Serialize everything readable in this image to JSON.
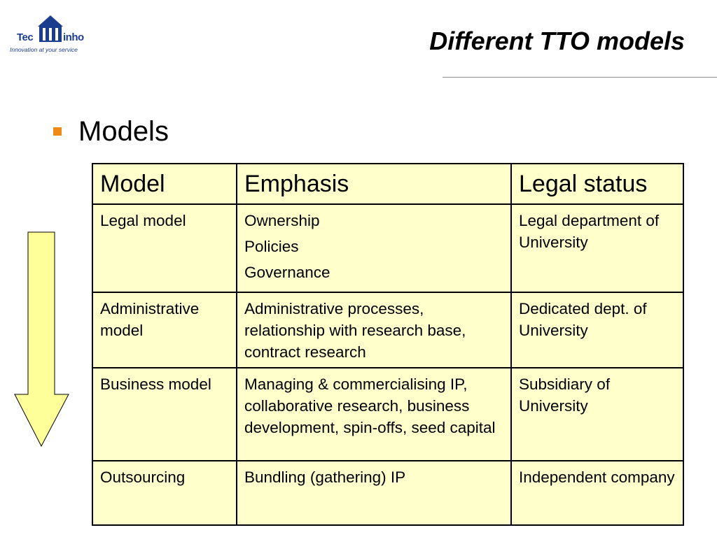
{
  "logo": {
    "name_left": "Tec",
    "name_right": "inho",
    "tagline": "Innovation at your service"
  },
  "title": "Different TTO models",
  "bullet": {
    "text": "Models",
    "bullet_color": "#ef8a17"
  },
  "table": {
    "background": "#ffffcc",
    "headers": [
      "Model",
      "Emphasis",
      "Legal status"
    ],
    "rows": [
      {
        "model": "Legal model",
        "emphasis": [
          "Ownership",
          "Policies",
          "Governance"
        ],
        "legal_status": "Legal department of University"
      },
      {
        "model": "Administrative model",
        "emphasis": [
          "Administrative processes, relationship with research base, contract research"
        ],
        "legal_status": "Dedicated dept. of University"
      },
      {
        "model": "Business model",
        "emphasis": [
          "Managing & commercialising IP, collaborative research, business development, spin-offs, seed capital"
        ],
        "legal_status": "Subsidiary of University"
      },
      {
        "model": "Outsourcing",
        "emphasis": [
          "Bundling (gathering) IP"
        ],
        "legal_status": "Independent company"
      }
    ]
  },
  "arrow": {
    "icon": "down-arrow-icon",
    "fill": "#ffff99"
  }
}
